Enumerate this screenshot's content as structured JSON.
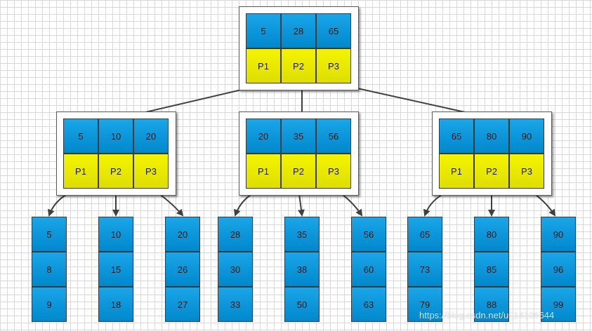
{
  "diagram": {
    "root": {
      "keys": [
        "5",
        "28",
        "65"
      ],
      "pointers": [
        "P1",
        "P2",
        "P3"
      ]
    },
    "internal": [
      {
        "keys": [
          "5",
          "10",
          "20"
        ],
        "pointers": [
          "P1",
          "P2",
          "P3"
        ]
      },
      {
        "keys": [
          "20",
          "35",
          "56"
        ],
        "pointers": [
          "P1",
          "P2",
          "P3"
        ]
      },
      {
        "keys": [
          "65",
          "80",
          "90"
        ],
        "pointers": [
          "P1",
          "P2",
          "P3"
        ]
      }
    ],
    "leaves": [
      [
        "5",
        "8",
        "9"
      ],
      [
        "10",
        "15",
        "18"
      ],
      [
        "20",
        "26",
        "27"
      ],
      [
        "28",
        "30",
        "33"
      ],
      [
        "35",
        "38",
        "50"
      ],
      [
        "56",
        "60",
        "63"
      ],
      [
        "65",
        "73",
        "79"
      ],
      [
        "80",
        "85",
        "88"
      ],
      [
        "90",
        "96",
        "99"
      ]
    ],
    "colors": {
      "key": "#0a96dc",
      "pointer": "#eeee00",
      "edge": "#404040",
      "grid": "#d9d9d9"
    }
  },
  "watermark": "https://blog.csdn.net/u014106644"
}
